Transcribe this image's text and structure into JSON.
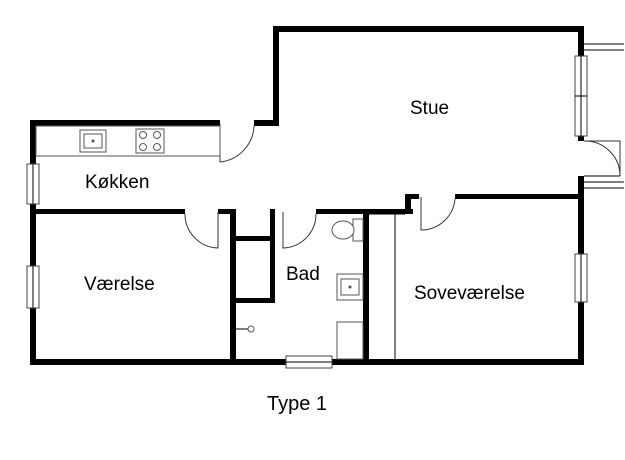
{
  "rooms": {
    "stue": "Stue",
    "kokken": "Køkken",
    "vaerelse": "Værelse",
    "bad": "Bad",
    "sovevaerelse": "Soveværelse"
  },
  "caption": "Type 1"
}
